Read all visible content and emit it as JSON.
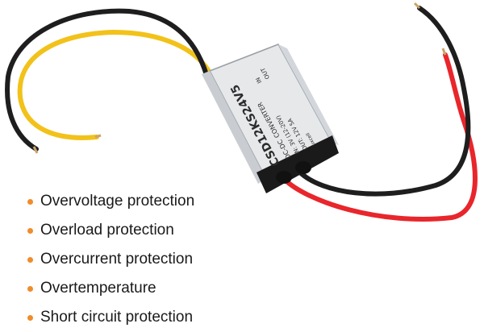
{
  "product": {
    "module_label": {
      "model": "CSD12KS24V5",
      "type": "DC-DC",
      "name": "CONVERTER",
      "input": "IN:  3V (12-20V)",
      "output": "OUT: 12V 5A",
      "in_mark": "IN",
      "out_mark": "OUT",
      "brand": "uxcell"
    }
  },
  "features": [
    {
      "label": "Overvoltage protection"
    },
    {
      "label": "Overload protection"
    },
    {
      "label": "Overcurrent protection"
    },
    {
      "label": "Overtemperature"
    },
    {
      "label": "Short circuit protection"
    }
  ],
  "colors": {
    "bullet": "#F08C2A",
    "wire_yellow": "#F2C21A",
    "wire_black": "#1E1E1E",
    "wire_red": "#E8262B",
    "housing": "#E6E8EA",
    "end_cap": "#1A1A1A"
  }
}
